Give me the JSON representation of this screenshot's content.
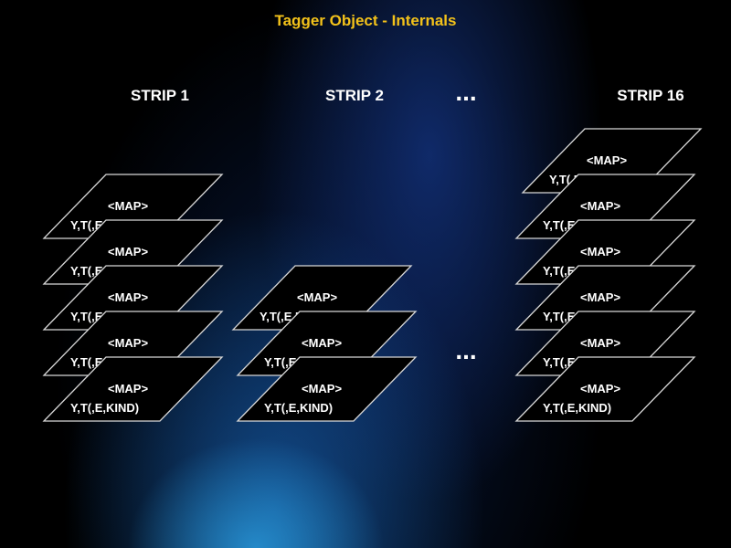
{
  "title": "Tagger Object - Internals",
  "colors": {
    "title": "#f3c21a",
    "text": "#ffffff",
    "outline": "#d8d8d8",
    "background": "#000000",
    "glow": "#1e78c8"
  },
  "ellipsis": "...",
  "strips": [
    {
      "label": "STRIP 1",
      "layer_count": 5,
      "layer": {
        "map": "<MAP>",
        "fields": "Y,T(,E,KIND)"
      }
    },
    {
      "label": "STRIP 2",
      "layer_count": 3,
      "layer": {
        "map": "<MAP>",
        "fields": "Y,T(,E,KIND)"
      }
    },
    {
      "label": "STRIP 16",
      "layer_count": 6,
      "layer": {
        "map": "<MAP>",
        "fields": "Y,T(,E,KIND)"
      }
    }
  ]
}
